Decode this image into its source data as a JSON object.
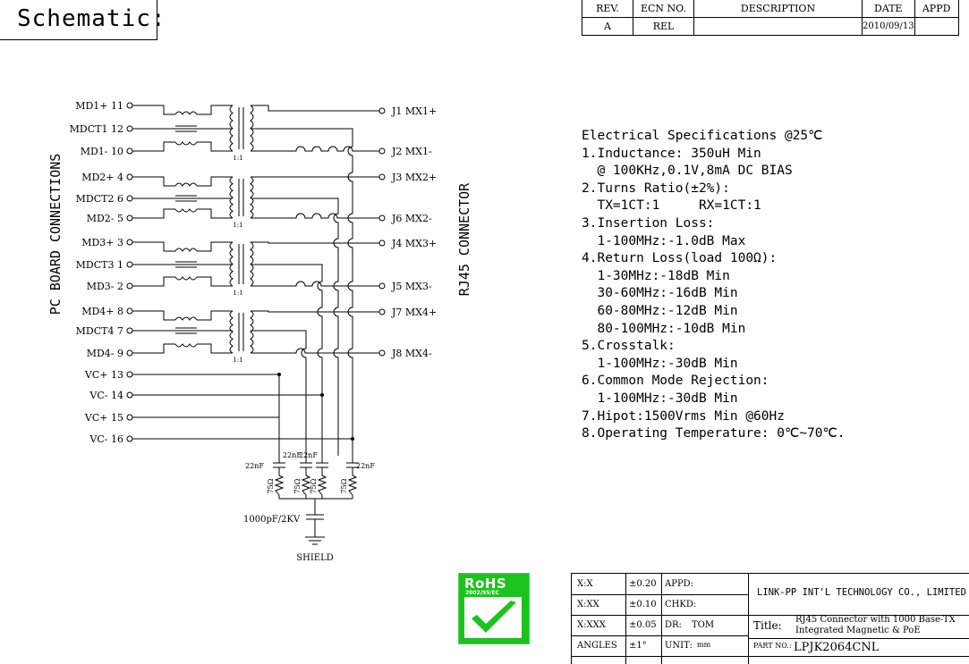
{
  "header": {
    "title": "Schematic:"
  },
  "revision": {
    "headers": [
      "REV.",
      "ECN NO.",
      "DESCRIPTION",
      "DATE",
      "APPD"
    ],
    "row": [
      "A",
      "REL",
      "",
      "2010/09/13",
      ""
    ]
  },
  "schematic": {
    "left_side_label": "PC BOARD CONNECTIONS",
    "right_side_label": "RJ45 CONNECTOR",
    "pins_left": [
      "MD1+ 11",
      "MDCT1 12",
      "MD1- 10",
      "MD2+ 4",
      "MDCT2 6",
      "MD2- 5",
      "MD3+ 3",
      "MDCT3 1",
      "MD3- 2",
      "MD4+ 8",
      "MDCT4 7",
      "MD4- 9",
      "VC+ 13",
      "VC- 14",
      "VC+ 15",
      "VC- 16"
    ],
    "pins_right": [
      "J1 MX1+",
      "J2 MX1-",
      "J3 MX2+",
      "J6 MX2-",
      "J4 MX3+",
      "J5 MX3-",
      "J7 MX4+",
      "J8 MX4-"
    ],
    "ratio_label": "1:1",
    "capacitor_label": "22nF",
    "resistor_label": "75Ω",
    "hv_capacitor_label": "1000pF/2KV",
    "ground_label": "SHIELD"
  },
  "specs": {
    "lines": [
      "Electrical Specifications @25℃",
      "1.Inductance: 350uH Min",
      "  @ 100KHz,0.1V,8mA DC BIAS",
      "2.Turns Ratio(±2%):",
      "  TX=1CT:1     RX=1CT:1",
      "3.Insertion Loss:",
      "  1-100MHz:-1.0dB Max",
      "4.Return Loss(load 100Ω):",
      "  1-30MHz:-18dB Min",
      "  30-60MHz:-16dB Min",
      "  60-80MHz:-12dB Min",
      "  80-100MHz:-10dB Min",
      "5.Crosstalk:",
      "  1-100MHz:-30dB Min",
      "6.Common Mode Rejection:",
      "  1-100MHz:-30dB Min",
      "7.Hipot:1500Vrms Min @60Hz",
      "8.Operating Temperature: 0℃~70℃."
    ]
  },
  "rohs": {
    "title": "RoHS",
    "code": "2002/95/EC"
  },
  "title_block": {
    "tolerances": [
      {
        "label": "X:X",
        "value": "±0.20"
      },
      {
        "label": "X:XX",
        "value": "±0.10"
      },
      {
        "label": "X:XXX",
        "value": "±0.05"
      },
      {
        "label": "ANGLES",
        "value": "±1°"
      }
    ],
    "appd": "APPD:",
    "chkd": "CHKD:",
    "dr_label": "DR:",
    "dr_value": "TOM",
    "unit_label": "UNIT:",
    "unit_value": "mm",
    "company": "LINK-PP INT'L TECHNOLOGY CO., LIMITED",
    "title_label": "Title:",
    "title_line1": "RJ45 Connector with 1000 Base-TX",
    "title_line2": "Integrated Magnetic & PoE",
    "part_label": "PART NO.:",
    "part_number": "LPJK2064CNL"
  }
}
